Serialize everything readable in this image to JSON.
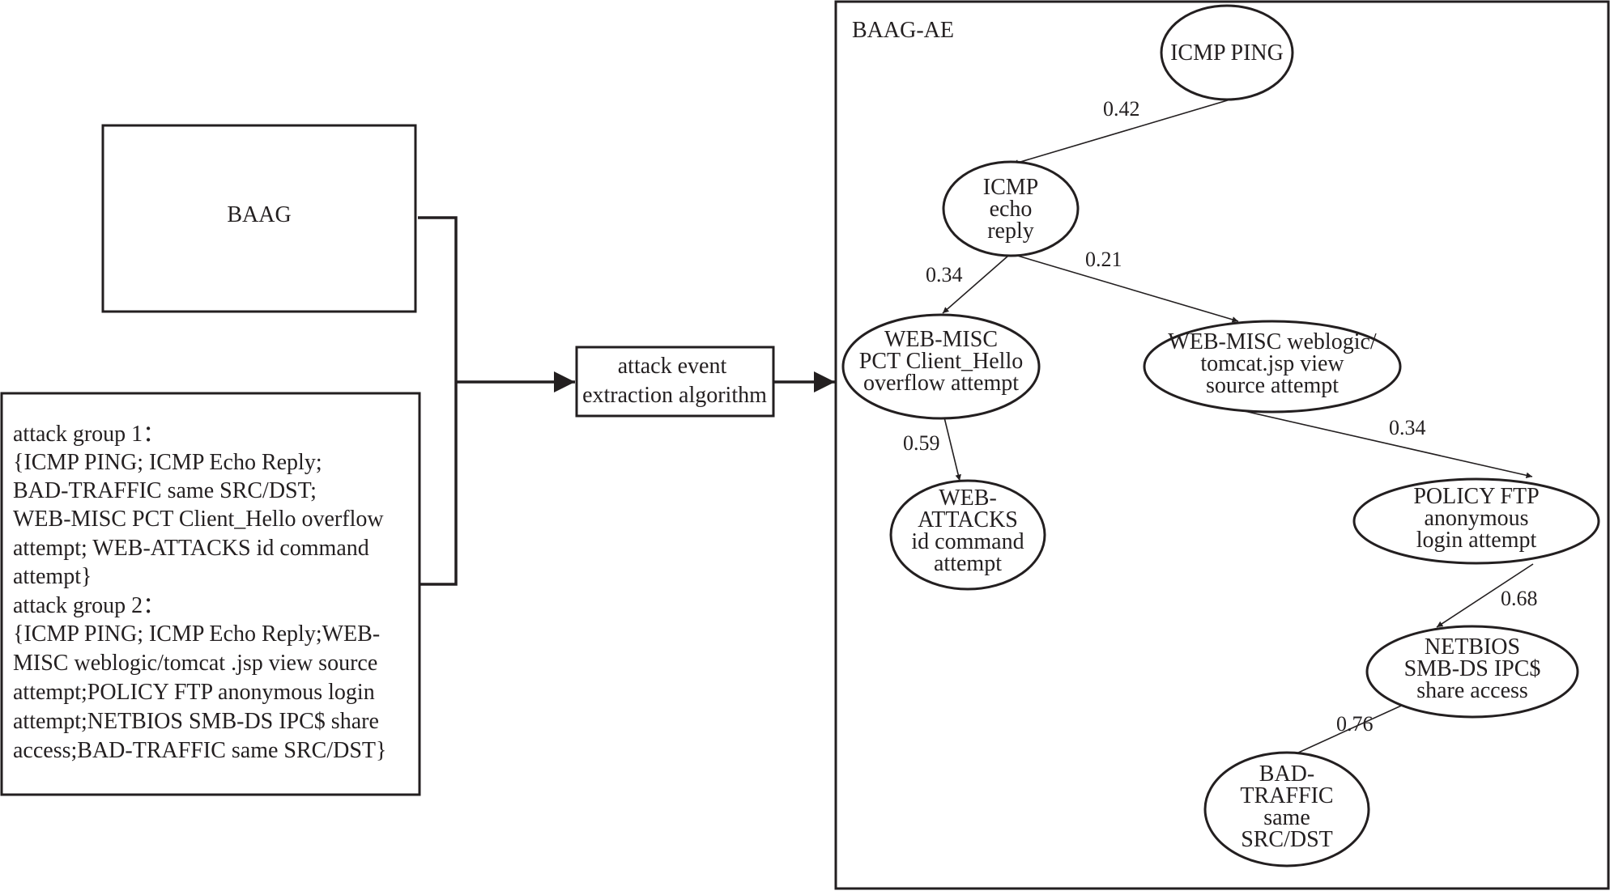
{
  "baag_label": "BAAG",
  "groups_text": [
    "attack group 1：",
    "{ICMP PING; ICMP Echo Reply;",
    "BAD-TRAFFIC same SRC/DST;",
    "WEB-MISC PCT Client_Hello overflow",
    "attempt; WEB-ATTACKS id command",
    "attempt}",
    "attack group 2：",
    "{ICMP PING; ICMP Echo Reply;WEB-",
    "MISC weblogic/tomcat .jsp view source",
    "attempt;POLICY FTP anonymous login",
    "attempt;NETBIOS SMB-DS IPC$ share",
    "access;BAD-TRAFFIC same SRC/DST}"
  ],
  "algorithm": {
    "line1": "attack event",
    "line2": "extraction algorithm"
  },
  "panel_title": "BAAG-AE",
  "nodes": {
    "icmp_ping": [
      "ICMP PING"
    ],
    "icmp_echo": [
      "ICMP",
      "echo",
      "reply"
    ],
    "web_misc_pct": [
      "WEB-MISC",
      "PCT Client_Hello",
      "overflow attempt"
    ],
    "web_misc_weblogic": [
      "WEB-MISC weblogic/",
      "tomcat.jsp view",
      "source attempt"
    ],
    "web_attacks": [
      "WEB-",
      "ATTACKS",
      "id command",
      "attempt"
    ],
    "policy_ftp": [
      "POLICY FTP",
      "anonymous",
      "login attempt"
    ],
    "netbios": [
      "NETBIOS",
      "SMB-DS IPC$",
      "share access"
    ],
    "bad_traffic": [
      "BAD-",
      "TRAFFIC",
      "same",
      "SRC/DST"
    ]
  },
  "edges": [
    {
      "from": "ICMP PING",
      "to": "ICMP echo reply",
      "weight": "0.42"
    },
    {
      "from": "ICMP echo reply",
      "to": "WEB-MISC PCT Client_Hello overflow attempt",
      "weight": "0.34"
    },
    {
      "from": "ICMP echo reply",
      "to": "WEB-MISC weblogic/tomcat.jsp view source attempt",
      "weight": "0.21"
    },
    {
      "from": "WEB-MISC PCT Client_Hello overflow attempt",
      "to": "WEB-ATTACKS id command attempt",
      "weight": "0.59"
    },
    {
      "from": "WEB-MISC weblogic/tomcat.jsp view source attempt",
      "to": "POLICY FTP anonymous login attempt",
      "weight": "0.34"
    },
    {
      "from": "POLICY FTP anonymous login attempt",
      "to": "NETBIOS SMB-DS IPC$ share access",
      "weight": "0.68"
    },
    {
      "from": "NETBIOS SMB-DS IPC$ share access",
      "to": "BAD-TRAFFIC same SRC/DST",
      "weight": "0.76"
    }
  ]
}
